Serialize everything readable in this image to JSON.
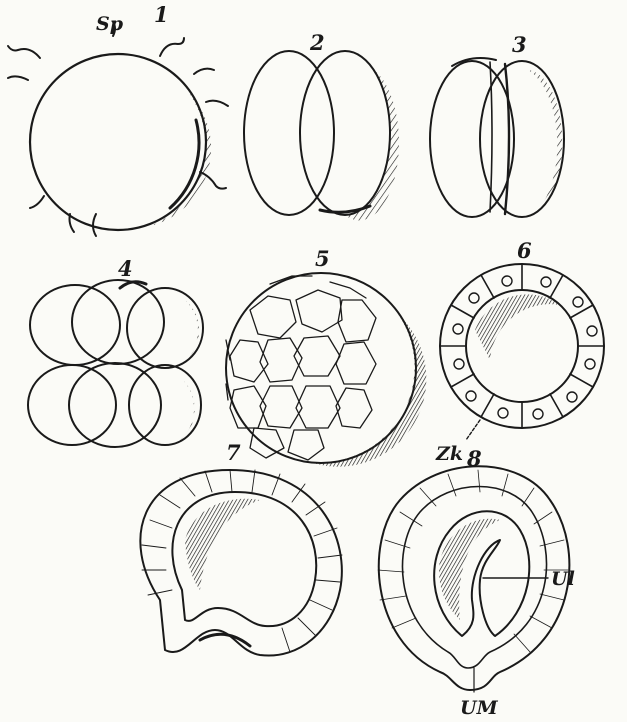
{
  "figure": {
    "stages": [
      {
        "number": "1",
        "labels": [
          {
            "key": "sperm",
            "text": "Sp"
          }
        ]
      },
      {
        "number": "2",
        "labels": []
      },
      {
        "number": "3",
        "labels": []
      },
      {
        "number": "4",
        "labels": []
      },
      {
        "number": "5",
        "labels": []
      },
      {
        "number": "6",
        "labels": [
          {
            "key": "cell",
            "text": "Zk"
          }
        ]
      },
      {
        "number": "7",
        "labels": []
      },
      {
        "number": "8",
        "labels": [
          {
            "key": "ur_lumen",
            "text": "Ul"
          },
          {
            "key": "ur_mouth",
            "text": "UM"
          }
        ]
      }
    ]
  },
  "ink_color": "#1a1a1a",
  "paper_color": "#fbfbf7"
}
